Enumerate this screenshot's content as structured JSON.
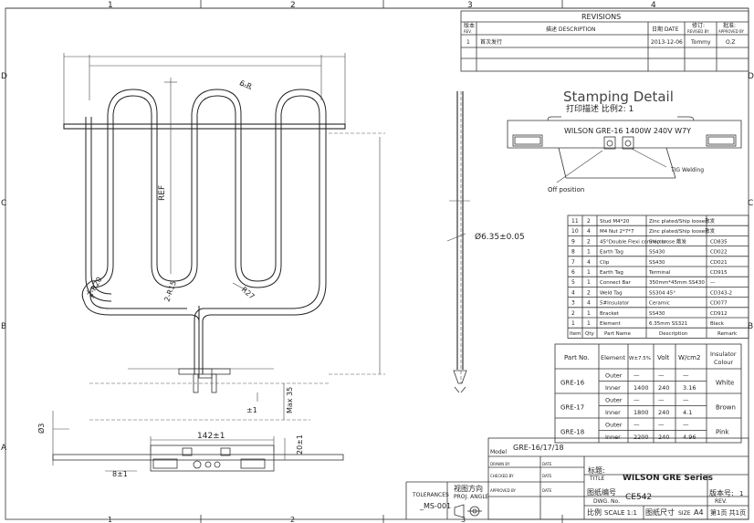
{
  "frame": {
    "columns": [
      "1",
      "2",
      "3",
      "4"
    ],
    "rows": [
      "D",
      "C",
      "B",
      "A"
    ]
  },
  "revisions": {
    "title": "REVISIONS",
    "header_rev_cn": "版本",
    "header_rev_en": "REV.",
    "header_desc": "描述 DESCRIPTION",
    "header_date": "日期 DATE",
    "header_revised_cn": "修订:",
    "header_revised_en": "REVISED BY",
    "header_approved_cn": "批准:",
    "header_approved_en": "APPROVED BY",
    "row": {
      "rev": "1",
      "desc": "首次发行",
      "date": "2013-12-06",
      "by": "Tommy",
      "approved": "O.Z"
    }
  },
  "front_view": {
    "ref_label": "REF",
    "r6": "6-R",
    "r20": "2-R20",
    "r15": "2-R15",
    "r27": "R27",
    "max35": "Max 35",
    "tol1a": "±1",
    "d3": "Ø3",
    "w142": "142±1",
    "h20": "20±1",
    "w8": "8±1"
  },
  "side_view": {
    "dia": "Ø6.35±0.05"
  },
  "stamping": {
    "title": "Stamping Detail",
    "subtitle": "打印描述   比例2: 1",
    "plate_text": "WILSON GRE-16 1400W 240V W7Y",
    "off_position": "Off position",
    "tig": "TIG Welding"
  },
  "bom": {
    "headers": [
      "Item",
      "Qty",
      "Part Name",
      "Description",
      "Remark"
    ],
    "rows": [
      [
        "11",
        "2",
        "Stud M4*20",
        "Zinc plated/Ship loose散发",
        ""
      ],
      [
        "10",
        "4",
        "M4 Nut 2*7*7",
        "Zinc plated/Ship loose散发",
        ""
      ],
      [
        "9",
        "2",
        "45°Double Flexi connector",
        "Ship loose 散发",
        "CD835"
      ],
      [
        "8",
        "1",
        "Earth Tag",
        "SS430",
        "CD022"
      ],
      [
        "7",
        "4",
        "Clip",
        "SS430",
        "CD021"
      ],
      [
        "6",
        "1",
        "Earth Tag",
        "Terminal",
        "CD915"
      ],
      [
        "5",
        "1",
        "Connect Bar",
        "350mm*45mm SS430",
        "—"
      ],
      [
        "4",
        "2",
        "Weld Tag",
        "SS304   45°",
        "CD343-2"
      ],
      [
        "3",
        "4",
        "5#Insulator",
        "Ceramic",
        "CD077"
      ],
      [
        "2",
        "1",
        "Bracket",
        "SS430",
        "CD912"
      ],
      [
        "1",
        "1",
        "Element",
        "6.35mm  SS321",
        "Black"
      ]
    ]
  },
  "spec": {
    "headers": [
      "Part No.",
      "Element",
      "W±7.5%",
      "Volt",
      "W/cm2",
      "Insulator Colour"
    ],
    "rows": [
      {
        "part": "GRE-16",
        "outer": [
          "Outer",
          "—",
          "—",
          "—"
        ],
        "inner": [
          "Inner",
          "1400",
          "240",
          "3.16"
        ],
        "colour": "White"
      },
      {
        "part": "GRE-17",
        "outer": [
          "Outer",
          "—",
          "—",
          "—"
        ],
        "inner": [
          "Inner",
          "1800",
          "240",
          "4.1"
        ],
        "colour": "Brown"
      },
      {
        "part": "GRE-18",
        "outer": [
          "Outer",
          "—",
          "—",
          "—"
        ],
        "inner": [
          "Inner",
          "2200",
          "240",
          "4.96"
        ],
        "colour": "Pink"
      }
    ]
  },
  "title_block": {
    "model": "GRE-16/17/18",
    "model_label": "Model",
    "drawn_by": "DRAWN BY",
    "checked_by": "CHECKED BY",
    "approved_by": "APPROVED BY",
    "date": "DATE",
    "title_cn": "标题:",
    "title_en": "TITLE",
    "title_value": "WILSON GRE Series",
    "dwg_cn": "图纸编号",
    "dwg_en": "DWG. No.",
    "dwg_value": "CE542",
    "rev_cn": "版本号:",
    "rev_en": "REV.",
    "rev_value": "1",
    "scale_cn": "比例",
    "scale_value": "SCALE 1:1",
    "size_cn": "图纸尺寸",
    "size_en": "SIZE",
    "size_value": "A4",
    "sheet": "第1页 共1页",
    "proj_cn": "视图方向",
    "proj_en": "PROJ. ANGLE",
    "tolerances": "TOLERANCES",
    "tol_value": "_MS-001"
  }
}
